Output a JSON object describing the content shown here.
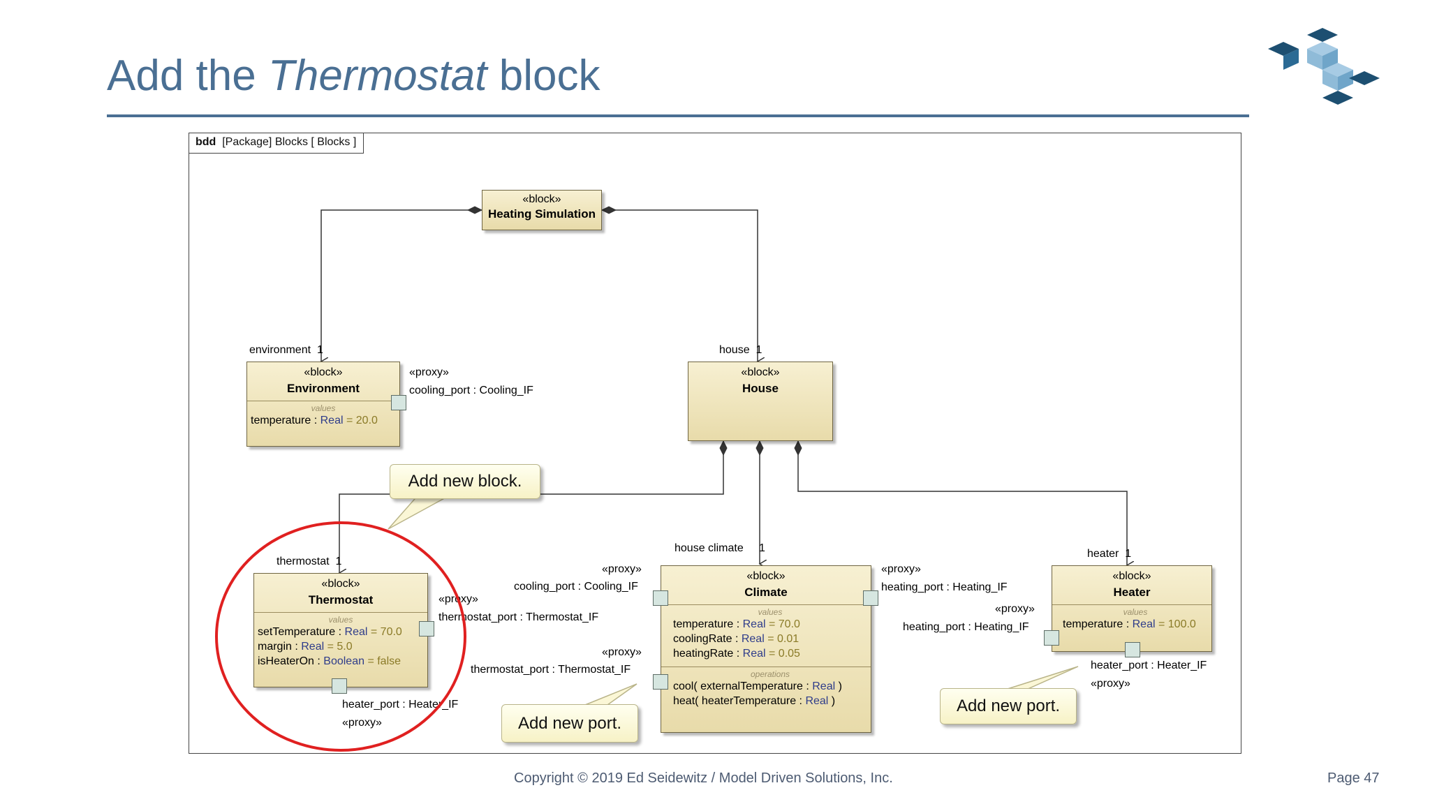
{
  "slide": {
    "title_prefix": "Add the ",
    "title_emphasis": "Thermostat",
    "title_suffix": " block",
    "footer_copyright": "Copyright © 2019 Ed Seidewitz / Model Driven Solutions, Inc.",
    "page_label": "Page 47"
  },
  "diagram": {
    "frame_kind": "bdd",
    "frame_text": "[Package] Blocks [ Blocks ]",
    "stereotype_block": "«block»",
    "stereotype_proxy": "«proxy»",
    "values_label": "values",
    "operations_label": "operations",
    "blocks": {
      "heating_simulation": {
        "name": "Heating Simulation"
      },
      "environment": {
        "name": "Environment",
        "props": [
          {
            "name": "temperature",
            "type": "Real",
            "value": "20.0"
          }
        ]
      },
      "house": {
        "name": "House"
      },
      "thermostat": {
        "name": "Thermostat",
        "props": [
          {
            "name": "setTemperature",
            "type": "Real",
            "value": "70.0"
          },
          {
            "name": "margin",
            "type": "Real",
            "value": "5.0"
          },
          {
            "name": "isHeaterOn",
            "type": "Boolean",
            "value": "false"
          }
        ]
      },
      "climate": {
        "name": "Climate",
        "props": [
          {
            "name": "temperature",
            "type": "Real",
            "value": "70.0"
          },
          {
            "name": "coolingRate",
            "type": "Real",
            "value": "0.01"
          },
          {
            "name": "heatingRate",
            "type": "Real",
            "value": "0.05"
          }
        ],
        "ops": [
          {
            "name": "cool",
            "param": "externalTemperature",
            "type": "Real"
          },
          {
            "name": "heat",
            "param": "heaterTemperature",
            "type": "Real"
          }
        ]
      },
      "heater": {
        "name": "Heater",
        "props": [
          {
            "name": "temperature",
            "type": "Real",
            "value": "100.0"
          }
        ]
      }
    },
    "ports": {
      "env_cooling": "cooling_port : Cooling_IF",
      "thermostat_thermostat": "thermostat_port : Thermostat_IF",
      "thermostat_heater": "heater_port : Heater_IF",
      "climate_cooling": "cooling_port : Cooling_IF",
      "climate_thermostat": "thermostat_port : Thermostat_IF",
      "climate_heating": "heating_port : Heating_IF",
      "heater_heating": "heating_port : Heating_IF",
      "heater_heater": "heater_port : Heater_IF"
    },
    "roles": {
      "environment": "environment",
      "house": "house",
      "thermostat": "thermostat",
      "house_climate": "house climate",
      "heater": "heater",
      "multiplicity": "1"
    },
    "callouts": {
      "new_block": "Add new block.",
      "new_port_left": "Add new port.",
      "new_port_right": "Add new port."
    },
    "highlight_color": "#e02020"
  }
}
